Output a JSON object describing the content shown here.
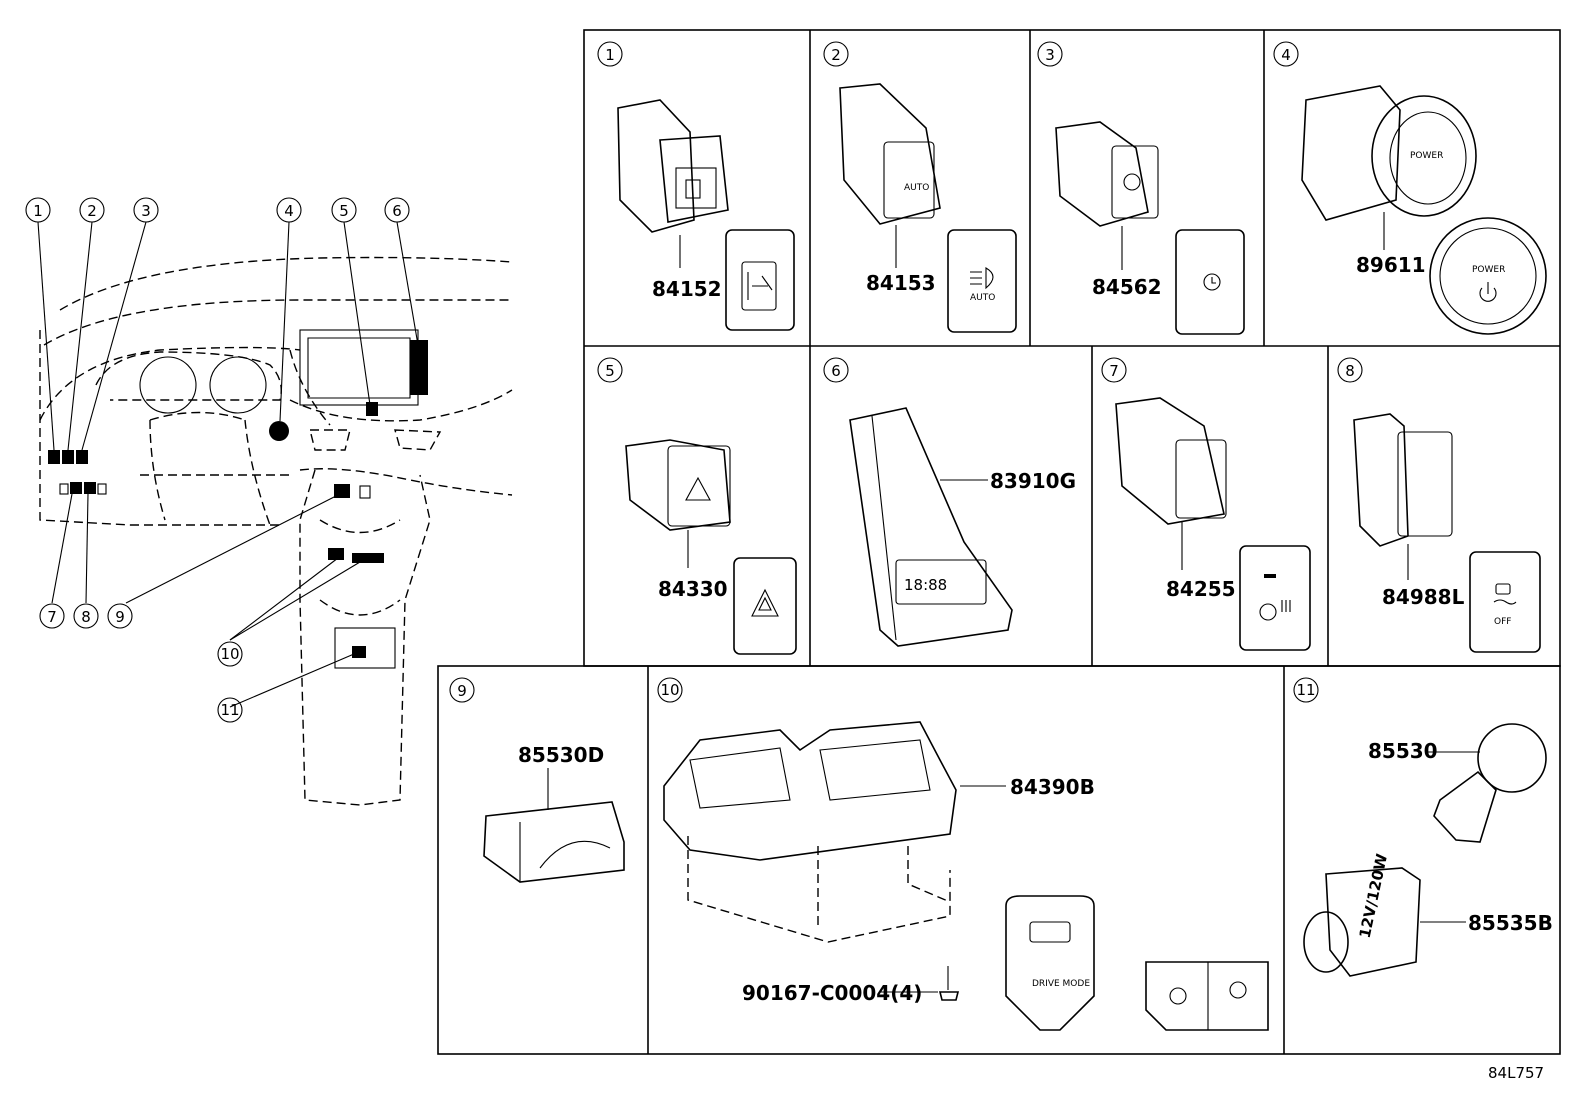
{
  "overview": {
    "callouts": [
      "1",
      "2",
      "3",
      "4",
      "5",
      "6",
      "7",
      "8",
      "9",
      "10",
      "11"
    ]
  },
  "panels": [
    {
      "num": "1",
      "part": "84152",
      "icon": "headlight-leveling-icon"
    },
    {
      "num": "2",
      "part": "84153",
      "icon": "auto-headlight-icon",
      "icon_text": "AUTO"
    },
    {
      "num": "3",
      "part": "84562",
      "icon": "eco-timer-icon"
    },
    {
      "num": "4",
      "part": "89611",
      "icon": "power-button-icon",
      "icon_text": "POWER"
    },
    {
      "num": "5",
      "part": "84330",
      "icon": "hazard-icon"
    },
    {
      "num": "6",
      "part": "83910G",
      "icon": "clock-icon",
      "display": "18:88"
    },
    {
      "num": "7",
      "part": "84255",
      "icon": "seat-heater-icon"
    },
    {
      "num": "8",
      "part": "84988L",
      "icon": "traction-off-icon",
      "icon_text": "OFF"
    },
    {
      "num": "9",
      "part": "85530D",
      "icon": "none"
    },
    {
      "num": "10",
      "part": "84390B",
      "screw": "90167-C0004(4)",
      "icon": "drive-mode-icon",
      "icon_text": "DRIVE MODE"
    },
    {
      "num": "11",
      "parts": [
        "85530",
        "85535B"
      ],
      "socket_text": "12V/120W"
    }
  ],
  "footer": {
    "code": "84L757"
  }
}
